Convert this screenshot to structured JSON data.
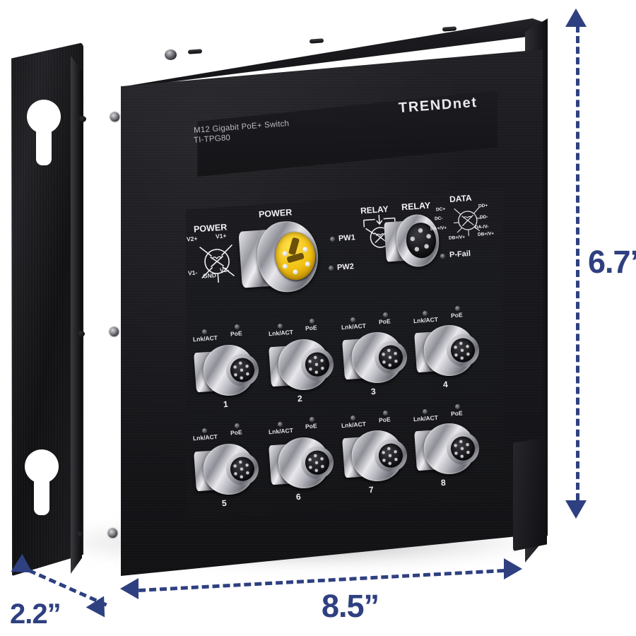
{
  "product": {
    "brand": "TRENDnet",
    "description": "M12 Gigabit PoE+ Switch",
    "model": "TI-TPG80"
  },
  "dimensions": {
    "height": "6.7”",
    "width": "8.5”",
    "depth": "2.2”"
  },
  "panel": {
    "power_pinout_label": "POWER",
    "power_connector_label": "POWER",
    "relay_pinout_label": "RELAY",
    "relay_connector_label": "RELAY",
    "data_pinout_label": "DATA",
    "power_pins": {
      "v2_plus": "V2+",
      "v1_plus": "V1+",
      "v1_minus": "V1-",
      "gnd": "GND",
      "v2_minus": "V2-"
    },
    "data_pins": {
      "p1": "DC+",
      "p2": "DD+",
      "p3": "DD-",
      "p4": "DA-/V-",
      "p5": "DB+/V+",
      "p6": "DB+/V+",
      "p7": "DC-",
      "p8": "DA+/V+"
    },
    "status_leds": [
      {
        "label": "PW1"
      },
      {
        "label": "PW2"
      },
      {
        "label": "P-Fail"
      }
    ],
    "port_led_labels": {
      "link": "Lnk/ACT",
      "poe": "PoE"
    },
    "ports": [
      {
        "number": "1"
      },
      {
        "number": "2"
      },
      {
        "number": "3"
      },
      {
        "number": "4"
      },
      {
        "number": "5"
      },
      {
        "number": "6"
      },
      {
        "number": "7"
      },
      {
        "number": "8"
      }
    ]
  },
  "colors": {
    "dimension_line": "#2e4080",
    "chassis": "#1a1a1e",
    "background": "#ffffff",
    "power_key": "#f0bf12"
  }
}
